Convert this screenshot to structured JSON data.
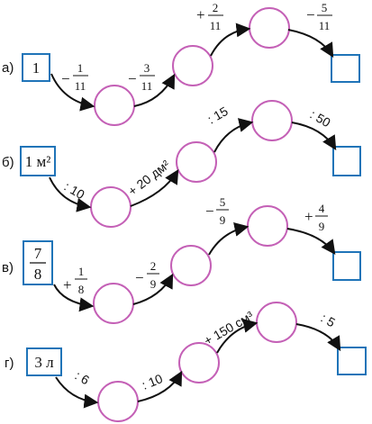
{
  "colors": {
    "box": "#1f74b8",
    "circle": "#c460b6",
    "arrow": "#111111"
  },
  "rows": [
    {
      "label": "а)",
      "start": {
        "type": "text",
        "text": "1"
      },
      "ops": [
        {
          "sign": "−",
          "num": "1",
          "den": "11"
        },
        {
          "sign": "−",
          "num": "3",
          "den": "11"
        },
        {
          "sign": "+",
          "num": "2",
          "den": "11"
        },
        {
          "sign": "−",
          "num": "5",
          "den": "11"
        }
      ]
    },
    {
      "label": "б)",
      "start": {
        "type": "text",
        "text": "1 м²"
      },
      "ops": [
        {
          "text": ": 10"
        },
        {
          "text": "+ 20 дм²"
        },
        {
          "text": ": 15"
        },
        {
          "text": ": 50"
        }
      ]
    },
    {
      "label": "в)",
      "start": {
        "type": "fraction",
        "num": "7",
        "den": "8"
      },
      "ops": [
        {
          "sign": "+",
          "num": "1",
          "den": "8"
        },
        {
          "sign": "−",
          "num": "2",
          "den": "9"
        },
        {
          "sign": "−",
          "num": "5",
          "den": "9"
        },
        {
          "sign": "+",
          "num": "4",
          "den": "9"
        }
      ]
    },
    {
      "label": "г)",
      "start": {
        "type": "text",
        "text": "3 л"
      },
      "ops": [
        {
          "text": ": 6"
        },
        {
          "text": ": 10"
        },
        {
          "text": "+ 150 см³"
        },
        {
          "text": ": 5"
        }
      ]
    }
  ]
}
